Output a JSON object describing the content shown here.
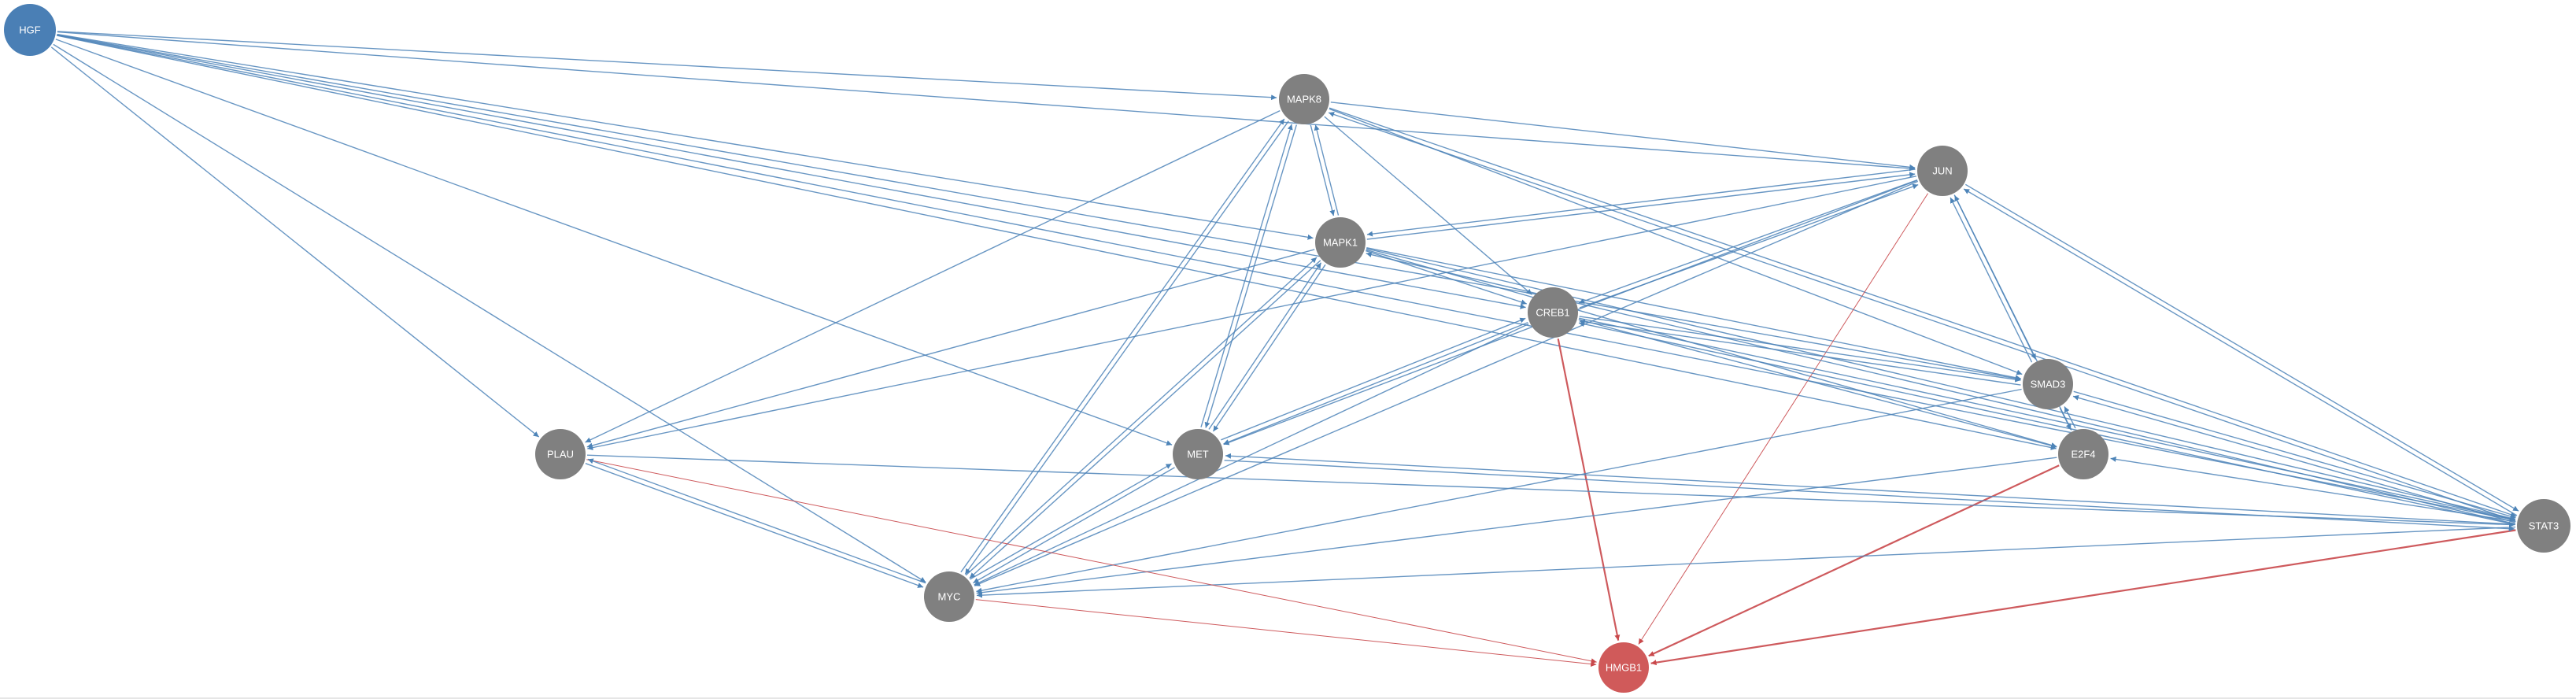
{
  "colors": {
    "background": "#ffffff",
    "source_node": "#4a7fb5",
    "regular_node": "#808080",
    "target_node": "#d05a5a",
    "activation_edge": "#4d84b8",
    "inhibition_edge": "#c9484b"
  },
  "nodes": [
    {
      "id": "HGF",
      "label": "HGF",
      "kind": "source"
    },
    {
      "id": "MAPK8",
      "label": "MAPK8",
      "kind": "regular"
    },
    {
      "id": "JUN",
      "label": "JUN",
      "kind": "regular"
    },
    {
      "id": "MAPK1",
      "label": "MAPK1",
      "kind": "regular"
    },
    {
      "id": "CREB1",
      "label": "CREB1",
      "kind": "regular"
    },
    {
      "id": "SMAD3",
      "label": "SMAD3",
      "kind": "regular"
    },
    {
      "id": "E2F4",
      "label": "E2F4",
      "kind": "regular"
    },
    {
      "id": "PLAU",
      "label": "PLAU",
      "kind": "regular"
    },
    {
      "id": "MET",
      "label": "MET",
      "kind": "regular"
    },
    {
      "id": "STAT3",
      "label": "STAT3",
      "kind": "regular"
    },
    {
      "id": "MYC",
      "label": "MYC",
      "kind": "regular"
    },
    {
      "id": "HMGB1",
      "label": "HMGB1",
      "kind": "target"
    }
  ],
  "edges": [
    {
      "from": "HGF",
      "to": "MAPK8",
      "type": "activation"
    },
    {
      "from": "HGF",
      "to": "JUN",
      "type": "activation"
    },
    {
      "from": "HGF",
      "to": "MAPK1",
      "type": "activation"
    },
    {
      "from": "HGF",
      "to": "CREB1",
      "type": "activation"
    },
    {
      "from": "HGF",
      "to": "SMAD3",
      "type": "activation"
    },
    {
      "from": "HGF",
      "to": "E2F4",
      "type": "activation"
    },
    {
      "from": "HGF",
      "to": "PLAU",
      "type": "activation"
    },
    {
      "from": "HGF",
      "to": "MET",
      "type": "activation"
    },
    {
      "from": "HGF",
      "to": "MYC",
      "type": "activation"
    },
    {
      "from": "HGF",
      "to": "STAT3",
      "type": "activation"
    },
    {
      "from": "MAPK8",
      "to": "JUN",
      "type": "activation"
    },
    {
      "from": "MAPK8",
      "to": "MAPK1",
      "type": "activation"
    },
    {
      "from": "MAPK8",
      "to": "CREB1",
      "type": "activation"
    },
    {
      "from": "MAPK8",
      "to": "SMAD3",
      "type": "activation"
    },
    {
      "from": "MAPK8",
      "to": "STAT3",
      "type": "activation"
    },
    {
      "from": "MAPK8",
      "to": "PLAU",
      "type": "activation"
    },
    {
      "from": "MAPK8",
      "to": "MYC",
      "type": "activation"
    },
    {
      "from": "MAPK8",
      "to": "MET",
      "type": "activation"
    },
    {
      "from": "MAPK1",
      "to": "MAPK8",
      "type": "activation"
    },
    {
      "from": "MAPK1",
      "to": "JUN",
      "type": "activation"
    },
    {
      "from": "MAPK1",
      "to": "CREB1",
      "type": "activation"
    },
    {
      "from": "MAPK1",
      "to": "SMAD3",
      "type": "activation"
    },
    {
      "from": "MAPK1",
      "to": "E2F4",
      "type": "activation"
    },
    {
      "from": "MAPK1",
      "to": "STAT3",
      "type": "activation"
    },
    {
      "from": "MAPK1",
      "to": "PLAU",
      "type": "activation"
    },
    {
      "from": "MAPK1",
      "to": "MYC",
      "type": "activation"
    },
    {
      "from": "MAPK1",
      "to": "MET",
      "type": "activation"
    },
    {
      "from": "JUN",
      "to": "MAPK1",
      "type": "activation"
    },
    {
      "from": "JUN",
      "to": "CREB1",
      "type": "activation"
    },
    {
      "from": "JUN",
      "to": "SMAD3",
      "type": "activation"
    },
    {
      "from": "JUN",
      "to": "STAT3",
      "type": "activation"
    },
    {
      "from": "JUN",
      "to": "PLAU",
      "type": "activation"
    },
    {
      "from": "JUN",
      "to": "MYC",
      "type": "activation"
    },
    {
      "from": "JUN",
      "to": "MET",
      "type": "activation"
    },
    {
      "from": "JUN",
      "to": "HMGB1",
      "type": "inhibition"
    },
    {
      "from": "CREB1",
      "to": "JUN",
      "type": "activation"
    },
    {
      "from": "CREB1",
      "to": "SMAD3",
      "type": "activation"
    },
    {
      "from": "CREB1",
      "to": "E2F4",
      "type": "activation"
    },
    {
      "from": "CREB1",
      "to": "STAT3",
      "type": "activation"
    },
    {
      "from": "CREB1",
      "to": "MYC",
      "type": "activation"
    },
    {
      "from": "CREB1",
      "to": "MET",
      "type": "activation"
    },
    {
      "from": "CREB1",
      "to": "HMGB1",
      "type": "inhibition"
    },
    {
      "from": "SMAD3",
      "to": "JUN",
      "type": "activation"
    },
    {
      "from": "SMAD3",
      "to": "E2F4",
      "type": "activation"
    },
    {
      "from": "SMAD3",
      "to": "STAT3",
      "type": "activation"
    },
    {
      "from": "SMAD3",
      "to": "MYC",
      "type": "activation"
    },
    {
      "from": "SMAD3",
      "to": "CREB1",
      "type": "activation"
    },
    {
      "from": "E2F4",
      "to": "SMAD3",
      "type": "activation"
    },
    {
      "from": "E2F4",
      "to": "JUN",
      "type": "activation"
    },
    {
      "from": "E2F4",
      "to": "MYC",
      "type": "activation"
    },
    {
      "from": "E2F4",
      "to": "HMGB1",
      "type": "inhibition"
    },
    {
      "from": "STAT3",
      "to": "JUN",
      "type": "activation"
    },
    {
      "from": "STAT3",
      "to": "MAPK8",
      "type": "activation"
    },
    {
      "from": "STAT3",
      "to": "MAPK1",
      "type": "activation"
    },
    {
      "from": "STAT3",
      "to": "CREB1",
      "type": "activation"
    },
    {
      "from": "STAT3",
      "to": "SMAD3",
      "type": "activation"
    },
    {
      "from": "STAT3",
      "to": "E2F4",
      "type": "activation"
    },
    {
      "from": "STAT3",
      "to": "MET",
      "type": "activation"
    },
    {
      "from": "STAT3",
      "to": "MYC",
      "type": "activation"
    },
    {
      "from": "STAT3",
      "to": "HMGB1",
      "type": "inhibition"
    },
    {
      "from": "PLAU",
      "to": "STAT3",
      "type": "activation"
    },
    {
      "from": "PLAU",
      "to": "MYC",
      "type": "activation"
    },
    {
      "from": "PLAU",
      "to": "HMGB1",
      "type": "inhibition"
    },
    {
      "from": "MET",
      "to": "MAPK8",
      "type": "activation"
    },
    {
      "from": "MET",
      "to": "MAPK1",
      "type": "activation"
    },
    {
      "from": "MET",
      "to": "CREB1",
      "type": "activation"
    },
    {
      "from": "MET",
      "to": "STAT3",
      "type": "activation"
    },
    {
      "from": "MET",
      "to": "MYC",
      "type": "activation"
    },
    {
      "from": "MYC",
      "to": "PLAU",
      "type": "activation"
    },
    {
      "from": "MYC",
      "to": "MET",
      "type": "activation"
    },
    {
      "from": "MYC",
      "to": "MAPK1",
      "type": "activation"
    },
    {
      "from": "MYC",
      "to": "MAPK8",
      "type": "activation"
    },
    {
      "from": "MYC",
      "to": "HMGB1",
      "type": "inhibition"
    }
  ]
}
